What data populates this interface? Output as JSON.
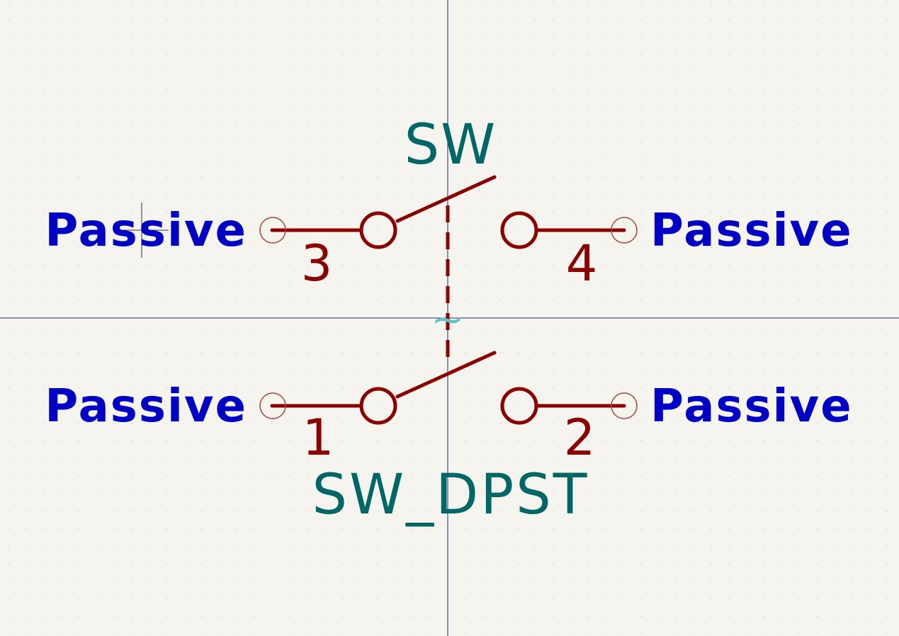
{
  "colors": {
    "background": "#f5f4ef",
    "grid": "#c9c9c4",
    "axis": "#1f2a6e",
    "symbol": "#8a0000",
    "pin_endpoint": "#a04444",
    "pin_type_text": "#0000c4",
    "field_text": "#006666",
    "unit_mark": "#66c2c2"
  },
  "symbol": {
    "reference": "SW",
    "value": "SW_DPST"
  },
  "pins": [
    {
      "number": "3",
      "type": "Passive"
    },
    {
      "number": "4",
      "type": "Passive"
    },
    {
      "number": "1",
      "type": "Passive"
    },
    {
      "number": "2",
      "type": "Passive"
    }
  ],
  "unit_mark": "~"
}
